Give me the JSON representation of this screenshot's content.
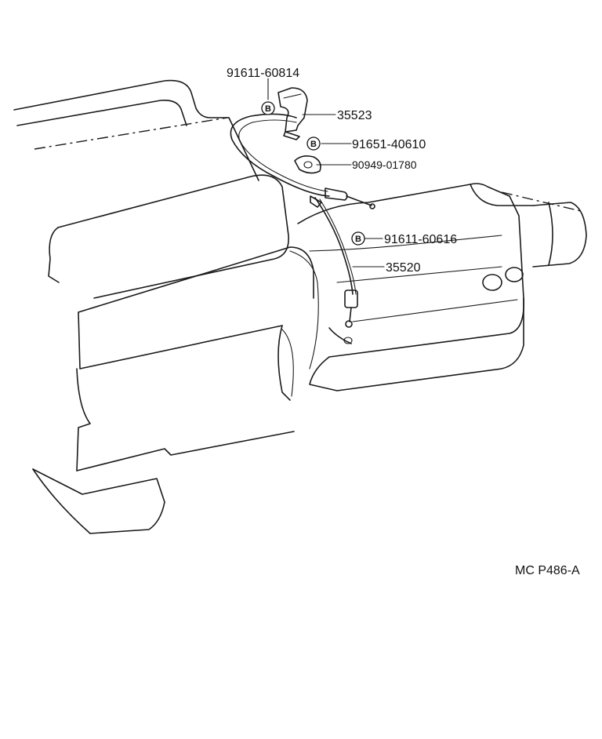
{
  "callouts": [
    {
      "part": "91611-60814",
      "badge": "B"
    },
    {
      "part": "35523",
      "badge": ""
    },
    {
      "part": "91651-40610",
      "badge": "B"
    },
    {
      "part": "90949-01780",
      "badge": ""
    },
    {
      "part": "91611-60616",
      "badge": "B"
    },
    {
      "part": "35520",
      "badge": ""
    }
  ],
  "figure_code": "MC P486-A"
}
